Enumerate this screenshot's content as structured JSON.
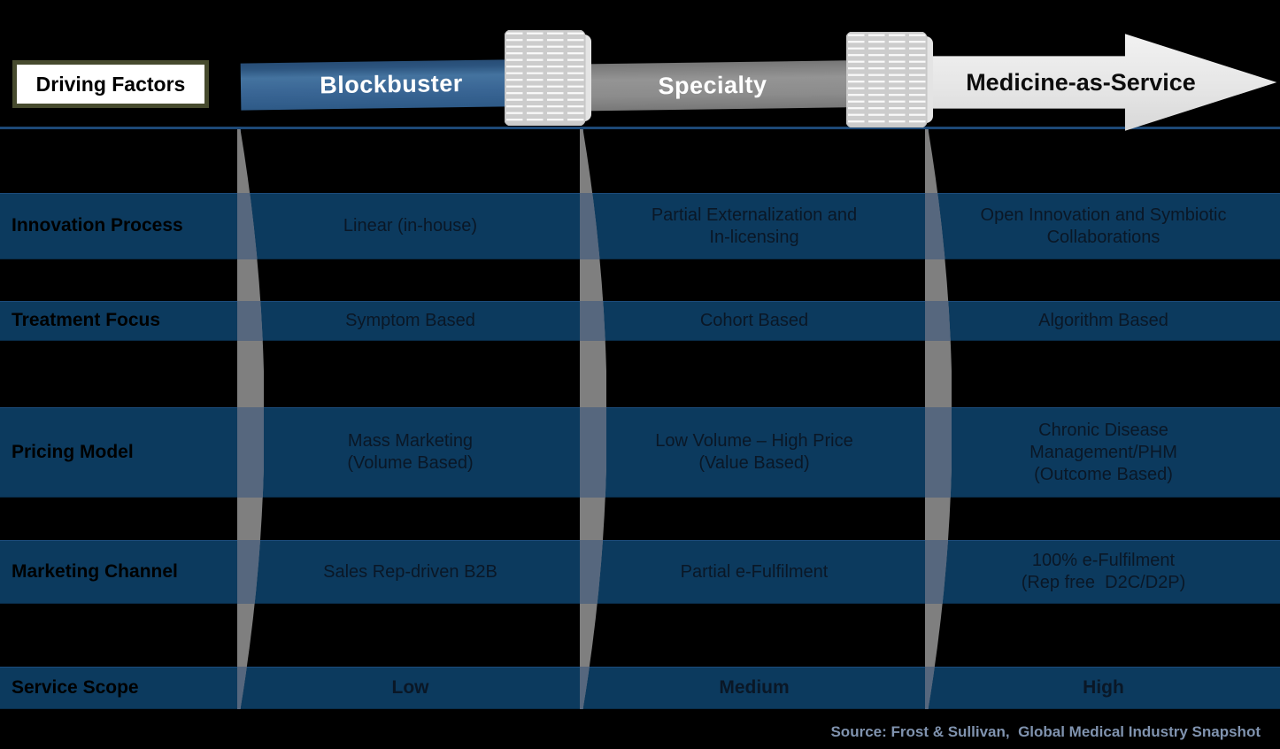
{
  "palette": {
    "background": "#000000",
    "row_blue": "#0c3a5e",
    "table_border_blue": "#1d4977",
    "divider_gray": "#7f7f7f",
    "divider_gray_on_blue": "#56677e",
    "blockbuster_blue": "#3a6695",
    "specialty_gray": "#8c8c8c",
    "service_arrow_gray": "#e6e6e6",
    "driving_factors_border_olive": "#474b2e",
    "source_text_color": "#8093af"
  },
  "header": {
    "driving_factors": "Driving Factors",
    "stages": [
      {
        "label": "Blockbuster"
      },
      {
        "label": "Specialty"
      },
      {
        "label": "Medicine-as-Service"
      }
    ]
  },
  "table": {
    "rows": [
      {
        "label": "Innovation Process",
        "cells": [
          "Linear (in-house)",
          "Partial Externalization and\nIn-licensing",
          "Open Innovation and Symbiotic\nCollaborations"
        ]
      },
      {
        "label": "Treatment Focus",
        "cells": [
          "Symptom Based",
          "Cohort Based",
          "Algorithm Based"
        ]
      },
      {
        "label": "Pricing Model",
        "cells": [
          "Mass Marketing\n(Volume Based)",
          "Low Volume – High Price\n(Value Based)",
          "Chronic Disease\nManagement/PHM\n(Outcome Based)"
        ]
      },
      {
        "label": "Marketing Channel",
        "cells": [
          "Sales Rep-driven B2B",
          "Partial e-Fulfilment",
          "100% e-Fulfilment\n(Rep free  D2C/D2P)"
        ]
      },
      {
        "label": "Service Scope",
        "cells": [
          "Low",
          "Medium",
          "High"
        ]
      }
    ]
  },
  "footer": {
    "source": "Source: Frost & Sullivan,  Global Medical Industry Snapshot"
  }
}
